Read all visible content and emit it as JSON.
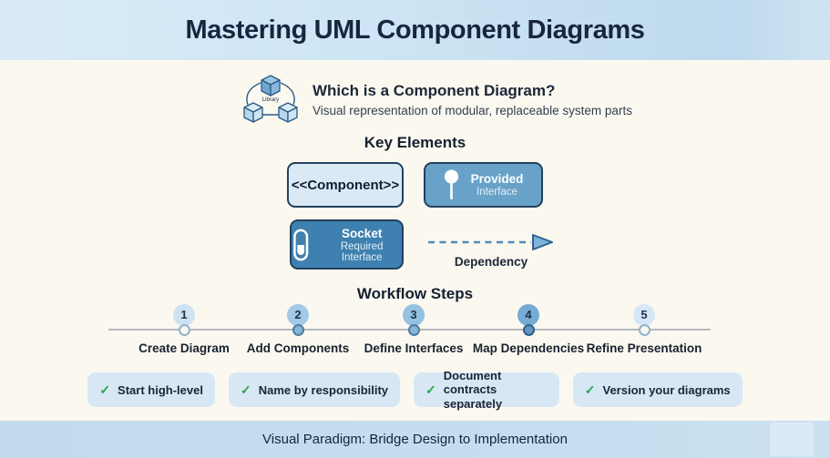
{
  "header": {
    "title": "Mastering UML Component Diagrams"
  },
  "intro": {
    "icon": "component-cluster-icon",
    "icon_label": "Library",
    "heading": "Which is a Component Diagram?",
    "subtitle": "Visual representation of modular, replaceable system parts"
  },
  "key_elements": {
    "title": "Key Elements",
    "component_box": {
      "label": "<<Component>>"
    },
    "provided_box": {
      "icon": "lollipop-icon",
      "title": "Provided",
      "subtitle": "Interface"
    },
    "socket_box": {
      "icon": "socket-icon",
      "title": "Socket",
      "subtitle": "Required Interface"
    },
    "dependency": {
      "icon": "dashed-arrow-icon",
      "label": "Dependency"
    }
  },
  "workflow": {
    "title": "Workflow Steps",
    "steps": [
      {
        "number": "1",
        "label": "Create Diagram"
      },
      {
        "number": "2",
        "label": "Add Components"
      },
      {
        "number": "3",
        "label": "Define Interfaces"
      },
      {
        "number": "4",
        "label": "Map Dependencies"
      },
      {
        "number": "5",
        "label": "Refine Presentation"
      }
    ]
  },
  "tips": [
    {
      "icon": "check-icon",
      "check": "✓",
      "label": "Start high-level"
    },
    {
      "icon": "check-icon",
      "check": "✓",
      "label": "Name by responsibility"
    },
    {
      "icon": "check-icon",
      "check": "✓",
      "label": "Document contracts separately"
    },
    {
      "icon": "check-icon",
      "check": "✓",
      "label": "Version your diagrams"
    }
  ],
  "footer": {
    "text": "Visual Paradigm: Bridge Design to Implementation"
  },
  "colors": {
    "banner_blue": "#cde5f4",
    "cream_background": "#fbf8f0",
    "light_box_blue": "#d9eaf6",
    "provided_box_blue": "#68a2c9",
    "socket_box_blue": "#3e80b0",
    "dark_border_navy": "#24415d",
    "check_green": "#27a547",
    "text_navy": "#17263e"
  }
}
